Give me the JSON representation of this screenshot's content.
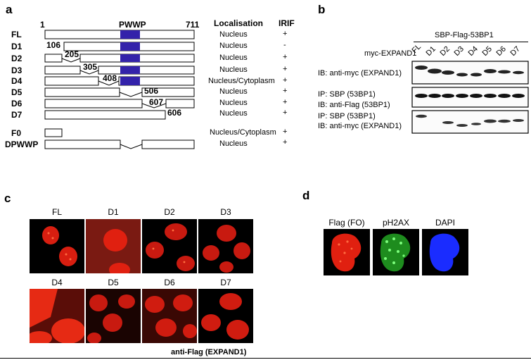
{
  "panels": {
    "a": "a",
    "b": "b",
    "c": "c",
    "d": "d"
  },
  "panel_a": {
    "start_num": "1",
    "domain": "PWWP",
    "end_num": "711",
    "header_loc": "Localisation",
    "header_irif": "IRIF",
    "rows": [
      {
        "name": "FL",
        "loc": "Nucleus",
        "irif": "+",
        "bp": ""
      },
      {
        "name": "D1",
        "loc": "Nucleus",
        "irif": "-",
        "bp": "106"
      },
      {
        "name": "D2",
        "loc": "Nucleus",
        "irif": "+",
        "bp": "205"
      },
      {
        "name": "D3",
        "loc": "Nucleus",
        "irif": "+",
        "bp": "305"
      },
      {
        "name": "D4",
        "loc": "Nucleus/Cytoplasm",
        "irif": "+",
        "bp": "408"
      },
      {
        "name": "D5",
        "loc": "Nucleus",
        "irif": "+",
        "bp": "506"
      },
      {
        "name": "D6",
        "loc": "Nucleus",
        "irif": "+",
        "bp": "607"
      },
      {
        "name": "D7",
        "loc": "Nucleus",
        "irif": "+",
        "bp": "606"
      },
      {
        "name": "F0",
        "loc": "Nucleus/Cytoplasm",
        "irif": "+",
        "bp": ""
      },
      {
        "name": "DPWWP",
        "loc": "Nucleus",
        "irif": "+",
        "bp": ""
      }
    ]
  },
  "panel_b": {
    "header": "SBP-Flag-53BP1",
    "lane_label": "myc-EXPAND1",
    "lanes": [
      "FL",
      "D1",
      "D2",
      "D3",
      "D4",
      "D5",
      "D6",
      "D7"
    ],
    "blot1": "IB: anti-myc (EXPAND1)",
    "blot2_l1": "IP: SBP (53BP1)",
    "blot2_l2": "IB: anti-Flag (53BP1)",
    "blot3_l1": "IP: SBP (53BP1)",
    "blot3_l2": "IB: anti-myc (EXPAND1)"
  },
  "panel_c": {
    "row1": [
      "FL",
      "D1",
      "D2",
      "D3"
    ],
    "row2": [
      "D4",
      "D5",
      "D6",
      "D7"
    ],
    "caption": "anti-Flag (EXPAND1)"
  },
  "panel_d": {
    "titles": [
      "Flag (FO)",
      "pH2AX",
      "DAPI"
    ]
  },
  "colors": {
    "domain": "#3322aa",
    "red_stain": "#e02010",
    "green_stain": "#22c022",
    "blue_stain": "#1a2cff"
  }
}
